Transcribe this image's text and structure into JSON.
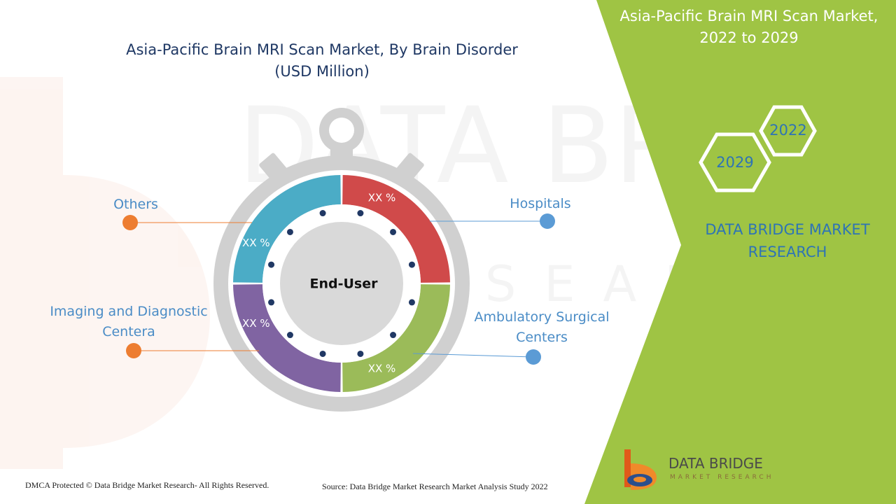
{
  "title_lines": [
    "Asia-Pacific Brain MRI Scan Market, By Brain Disorder",
    "(USD Million)"
  ],
  "panel": {
    "title_lines": [
      "Asia-Pacific Brain MRI Scan Market,",
      "2022 to 2029"
    ],
    "year_start": "2022",
    "year_end": "2029",
    "brand_lines": [
      "DATA BRIDGE MARKET",
      "RESEARCH"
    ]
  },
  "logo": {
    "name": "DATA BRIDGE",
    "sub": "MARKET RESEARCH"
  },
  "footer": {
    "left": "DMCA Protected © Data Bridge Market Research- All Rights Reserved.",
    "right": "Source: Data Bridge Market Research Market Analysis Study 2022"
  },
  "colors": {
    "title": "#1f3864",
    "label": "#4a8cc6",
    "hospitals": "#d04a4a",
    "ambulatory": "#9bbb59",
    "imaging": "#8064a2",
    "others": "#4bacc6",
    "panel_green": "#9fc444",
    "orange_dot": "#ed7d31",
    "blue_dot": "#5b9bd5",
    "gauge_grey": "#d0d0d0"
  },
  "chart_data": {
    "type": "pie",
    "center_label": "End-User",
    "slices": [
      {
        "name": "Hospitals",
        "label": "XX %",
        "value": 0.25,
        "color": "#d04a4a"
      },
      {
        "name": "Ambulatory Surgical Centers",
        "label": "XX %",
        "value": 0.25,
        "color": "#9bbb59"
      },
      {
        "name": "Imaging and Diagnostic Centera",
        "label": "XX %",
        "value": 0.25,
        "color": "#8064a2"
      },
      {
        "name": "Others",
        "label": "XX %",
        "value": 0.25,
        "color": "#4bacc6"
      }
    ],
    "label_lines": {
      "hospitals": [
        "Hospitals"
      ],
      "ambulatory": [
        "Ambulatory Surgical",
        "Centers"
      ],
      "imaging": [
        "Imaging and Diagnostic",
        "Centera"
      ],
      "others": [
        "Others"
      ]
    }
  }
}
